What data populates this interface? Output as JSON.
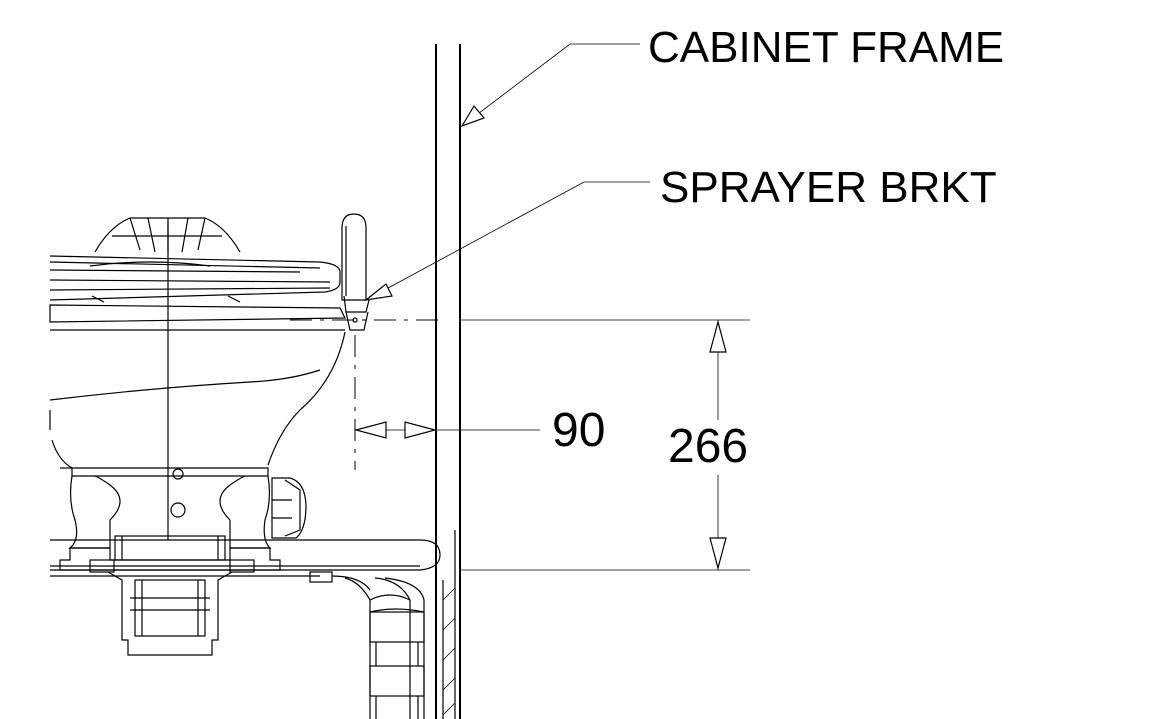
{
  "labels": {
    "cabinet_frame": "CABINET FRAME",
    "sprayer_bracket": "SPRAYER BRKT"
  },
  "dimensions": {
    "horizontal": "90",
    "vertical": "266"
  }
}
